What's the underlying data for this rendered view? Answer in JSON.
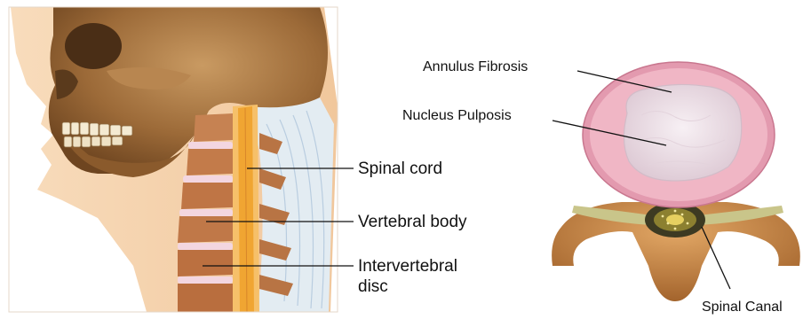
{
  "left_panel": {
    "labels": {
      "spinal_cord": "Spinal cord",
      "vertebral_body": "Vertebral body",
      "intervertebral_line1": "Intervertebral",
      "intervertebral_line2": "disc"
    }
  },
  "right_panel": {
    "labels": {
      "annulus": "Annulus Fibrosis",
      "nucleus": "Nucleus Pulposis",
      "canal": "Spinal Canal"
    }
  },
  "colors": {
    "skin": "#f6d2ac",
    "skull": "#a8743e",
    "disc_pink": "#e8a2b4",
    "nucleus": "#efe3ea",
    "bone_orange": "#c9803f",
    "cord_orange": "#f0a532"
  }
}
